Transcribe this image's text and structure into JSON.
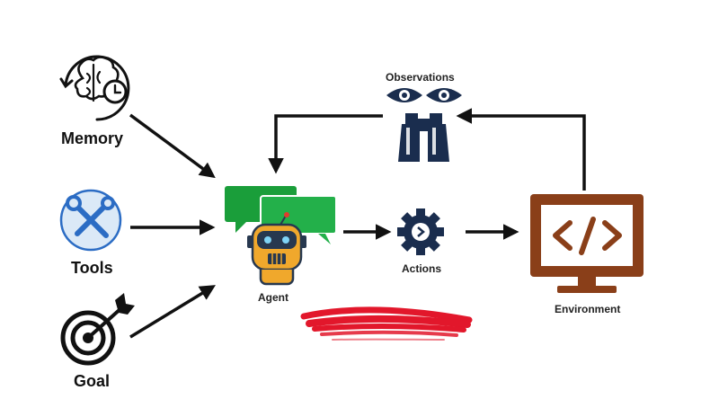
{
  "nodes": {
    "memory": {
      "label": "Memory"
    },
    "tools": {
      "label": "Tools"
    },
    "goal": {
      "label": "Goal"
    },
    "agent": {
      "label": "Agent"
    },
    "actions": {
      "label": "Actions"
    },
    "observations": {
      "label": "Observations"
    },
    "environment": {
      "label": "Environment"
    }
  },
  "icons": {
    "memory": "brain-clock-icon",
    "tools": "wrench-screwdriver-icon",
    "goal": "target-arrow-icon",
    "agent": "robot-chat-icon",
    "actions": "gear-play-icon",
    "observations": "eyes-binoculars-icon",
    "environment": "code-monitor-icon"
  },
  "colors": {
    "arrow": "#111111",
    "chat_bubble": "#1a9e3a",
    "robot_face": "#f0a82c",
    "robot_visor": "#27384f",
    "navy": "#1a2d4e",
    "tools_circle": "#dbe9f7",
    "tools_ring": "#2b6cc4",
    "monitor": "#8a3f19",
    "scribble": "#e2172b"
  }
}
